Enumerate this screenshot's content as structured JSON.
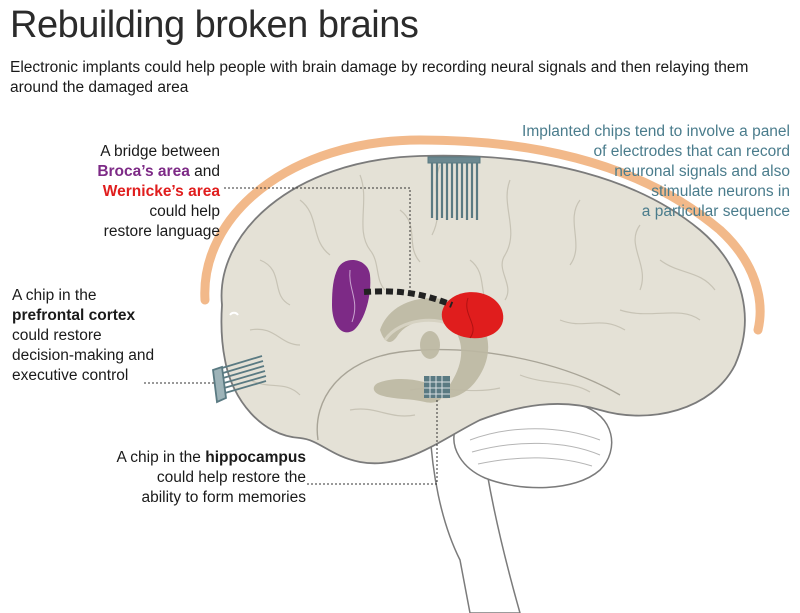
{
  "title": "Rebuilding broken brains",
  "subtitle": "Electronic implants could help people with brain damage by recording neural signals and then relaying them around the damaged area",
  "callouts": {
    "bridge": {
      "line1": "A bridge between",
      "brocas": "Broca’s area",
      "and": " and",
      "wernickes": "Wernicke’s area",
      "line4": "could help",
      "line5": "restore language"
    },
    "prefrontal": {
      "line1": "A chip in the",
      "bold": "prefrontal cortex",
      "line3": "could restore",
      "line4": "decision-making and",
      "line5": "executive control"
    },
    "hippocampus": {
      "prefix": "A chip in the ",
      "bold": "hippocampus",
      "line2": "could help restore the",
      "line3": "ability to form memories"
    },
    "implant": {
      "line1": "Implanted chips tend to involve a panel",
      "line2": "of electrodes that can record",
      "line3": "neuronal signals and also",
      "line4": "stimulate neurons in",
      "line5": "a particular sequence"
    }
  },
  "colors": {
    "brocas": "#7d2a86",
    "wernickes": "#e01d1d",
    "annotation": "#4a7c8c",
    "brain": "#e4e1d6",
    "skull": "#f2b98a",
    "electrode": "#5a7a82"
  }
}
